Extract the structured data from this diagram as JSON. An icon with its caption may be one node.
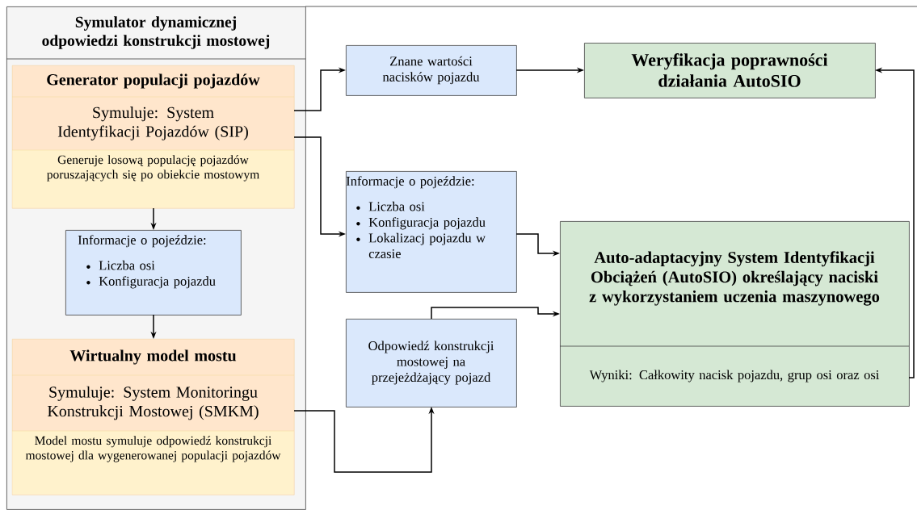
{
  "diagram": {
    "nodes": [
      {
        "text": [
          "Symulator dynamicznej odpowiedzi konstrukcji mostowej"
        ]
      },
      {
        "text": [
          "Generator populacji pojazdów",
          "Symuluje: System Identyfikacji Pojazdów (SIP)",
          "Generuje losową populację pojazdów poruszających się po obiekcie mostowym"
        ],
        "in": 0
      },
      {
        "text": [
          "Informacje o pojeździe:",
          "Liczba osi",
          "Konfiguracja pojazdu"
        ],
        "in": 0
      },
      {
        "text": [
          "Wirtualny model mostu",
          "Symuluje: System Monitoringu Konstrukcji Mostowej (SMKM)",
          "Model mostu symuluje odpowiedź konstrukcji mostowej dla wygenerowanej populacji pojazdów"
        ],
        "in": 0
      },
      {
        "text": [
          "Znane wartości nacisków pojazdu"
        ]
      },
      {
        "text": [
          "Informacje o pojeździe:",
          "Liczba osi",
          "Konfiguracja pojazdu",
          "Lokalizacj pojazdu w czasie"
        ]
      },
      {
        "text": [
          "Weryfikacja poprawności działania AutoSIO"
        ]
      },
      {
        "text": [
          "Auto-adaptacyjny System Identyfikacji Obciążeń (AutoSIO) określający naciski z wykorzystaniem uczenia maszynowego",
          "Wyniki: Całkowity nacisk pojazdu, grup osi oraz osi"
        ]
      },
      {
        "text": [
          "Odpowiedź konstrukcji mostowej na przejeżdżający pojazd"
        ]
      }
    ],
    "edges": [
      {
        "from": 1,
        "to": 4,
        "arrow": "to"
      },
      {
        "from": 1,
        "to": 5,
        "arrow": "to"
      },
      {
        "from": 1,
        "to": 2,
        "arrow": "to"
      },
      {
        "from": 2,
        "to": 3,
        "arrow": "to"
      },
      {
        "from": 4,
        "to": 6,
        "arrow": "to"
      },
      {
        "from": 5,
        "to": 7,
        "arrow": "to"
      },
      {
        "from": 8,
        "to": 7,
        "arrow": "to"
      },
      {
        "from": 3,
        "to": 8,
        "arrow": "to"
      },
      {
        "from": 7,
        "to": 6,
        "arrow": "to"
      }
    ]
  }
}
